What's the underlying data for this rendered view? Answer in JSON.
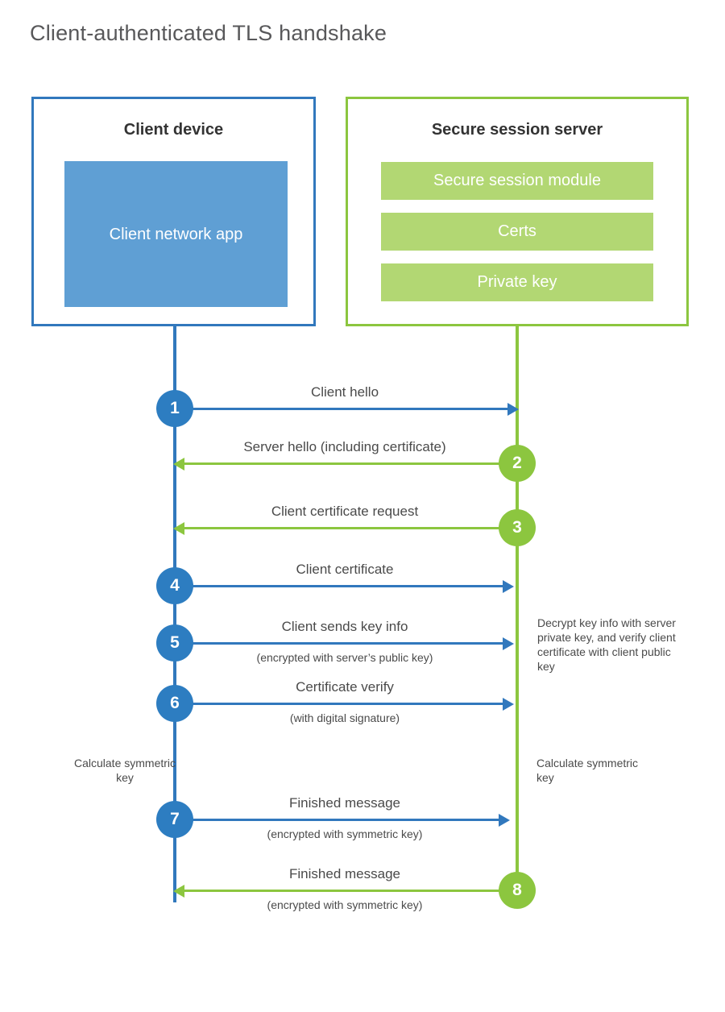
{
  "title": "Client-authenticated TLS handshake",
  "colors": {
    "blue_border": "#3178bd",
    "blue_badge": "#2d7dc1",
    "blue_app_fill": "#5f9fd4",
    "green_border": "#8cc63f",
    "green_module_fill": "#b2d773",
    "text": "#4a4a4a",
    "title_text": "#58585a"
  },
  "client": {
    "title": "Client device",
    "app_label": "Client network app"
  },
  "server": {
    "title": "Secure session server",
    "modules": [
      {
        "label": "Secure session module"
      },
      {
        "label": "Certs"
      },
      {
        "label": "Private key"
      }
    ]
  },
  "notes": {
    "server_decrypt": "Decrypt key info with server private key, and verify client certificate with client public key",
    "client_calculate": "Calculate symmetric key",
    "server_calculate": "Calculate symmetric key"
  },
  "chart_data": {
    "type": "sequence-diagram",
    "participants": [
      "Client device",
      "Secure session server"
    ],
    "steps": [
      {
        "number": "1",
        "label": "Client hello",
        "sublabel": "",
        "direction": "client-to-server",
        "color": "blue"
      },
      {
        "number": "2",
        "label": "Server hello (including certificate)",
        "sublabel": "",
        "direction": "server-to-client",
        "color": "green"
      },
      {
        "number": "3",
        "label": "Client certificate request",
        "sublabel": "",
        "direction": "server-to-client",
        "color": "green"
      },
      {
        "number": "4",
        "label": "Client certificate",
        "sublabel": "",
        "direction": "client-to-server",
        "color": "blue"
      },
      {
        "number": "5",
        "label": "Client sends key info",
        "sublabel": "(encrypted with server’s public key)",
        "direction": "client-to-server",
        "color": "blue"
      },
      {
        "number": "6",
        "label": "Certificate verify",
        "sublabel": "(with digital signature)",
        "direction": "client-to-server",
        "color": "blue"
      },
      {
        "number": "7",
        "label": "Finished message",
        "sublabel": "(encrypted with symmetric key)",
        "direction": "client-to-server",
        "color": "blue"
      },
      {
        "number": "8",
        "label": "Finished message",
        "sublabel": "(encrypted with symmetric key)",
        "direction": "server-to-client",
        "color": "green"
      }
    ]
  },
  "steps": [
    {
      "number": "1",
      "label": "Client hello",
      "sublabel": ""
    },
    {
      "number": "2",
      "label": "Server hello (including certificate)",
      "sublabel": ""
    },
    {
      "number": "3",
      "label": "Client certificate request",
      "sublabel": ""
    },
    {
      "number": "4",
      "label": "Client certificate",
      "sublabel": ""
    },
    {
      "number": "5",
      "label": "Client sends key info",
      "sublabel": "(encrypted with server’s public key)"
    },
    {
      "number": "6",
      "label": "Certificate verify",
      "sublabel": "(with digital signature)"
    },
    {
      "number": "7",
      "label": "Finished message",
      "sublabel": "(encrypted with symmetric key)"
    },
    {
      "number": "8",
      "label": "Finished message",
      "sublabel": "(encrypted with symmetric key)"
    }
  ]
}
